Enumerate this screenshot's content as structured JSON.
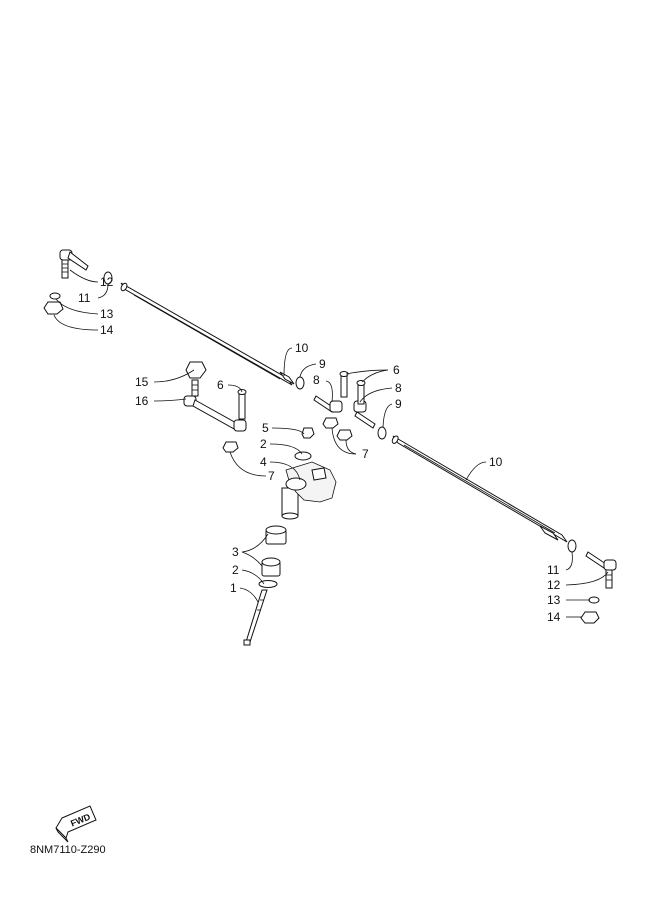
{
  "diagram": {
    "drawing_code": "8NM7110-Z290",
    "fwd_label": "FWD",
    "callouts": {
      "c1": "1",
      "c2a": "2",
      "c2b": "2",
      "c3": "3",
      "c4": "4",
      "c5": "5",
      "c6a": "6",
      "c6b": "6",
      "c7a": "7",
      "c7b": "7",
      "c8a": "8",
      "c8b": "8",
      "c9a": "9",
      "c9b": "9",
      "c10a": "10",
      "c10b": "10",
      "c11a": "11",
      "c11b": "11",
      "c12a": "12",
      "c12b": "12",
      "c13a": "13",
      "c13b": "13",
      "c14a": "14",
      "c14b": "14",
      "c15": "15",
      "c16": "16"
    }
  }
}
